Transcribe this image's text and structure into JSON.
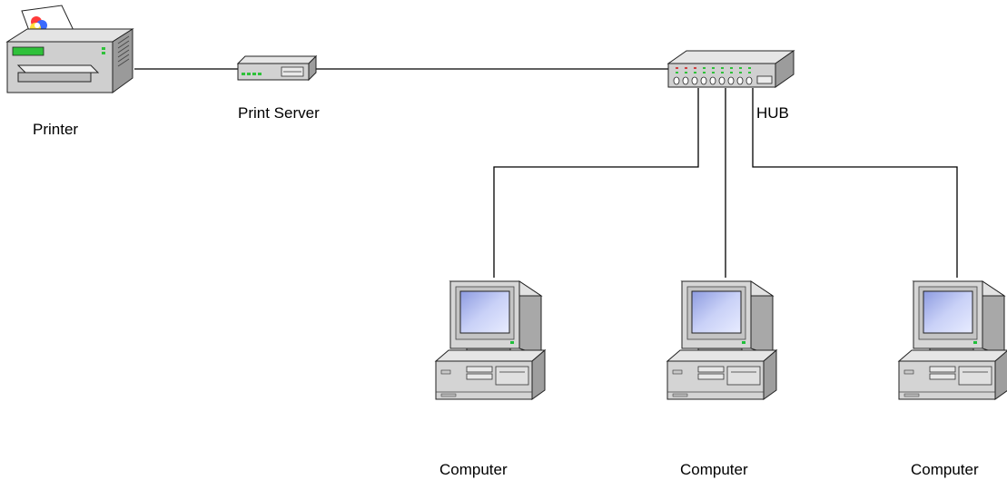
{
  "nodes": {
    "printer": {
      "label": "Printer",
      "icon": "printer-icon"
    },
    "print_server": {
      "label": "Print Server",
      "icon": "print-server-icon"
    },
    "hub": {
      "label": "HUB",
      "icon": "hub-icon"
    },
    "computers": [
      {
        "label": "Computer",
        "icon": "computer-icon"
      },
      {
        "label": "Computer",
        "icon": "computer-icon"
      },
      {
        "label": "Computer",
        "icon": "computer-icon"
      }
    ]
  },
  "connections": [
    {
      "from": "Printer",
      "to": "Print Server"
    },
    {
      "from": "Print Server",
      "to": "HUB"
    },
    {
      "from": "HUB",
      "to": "Computer 1"
    },
    {
      "from": "HUB",
      "to": "Computer 2"
    },
    {
      "from": "HUB",
      "to": "Computer 3"
    }
  ],
  "colors": {
    "line": "#000000",
    "device_body": "#d9d9d9",
    "screen": "#b8c4f0",
    "led_green": "#1fbf3a"
  }
}
